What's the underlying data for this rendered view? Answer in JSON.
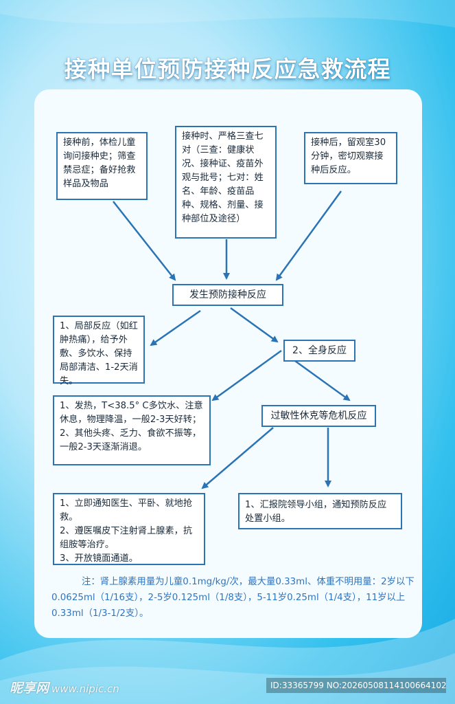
{
  "title": "接种单位预防接种反应急救流程",
  "boxes": {
    "before": "接种前，体检儿童询问接种史；筛查禁忌症；备好抢救样品及物品",
    "during": "接种时、严格三查七对（三查：健康状况、接种证、疫苗外观与批号；七对：姓名、年龄、疫苗品种、规格、剂量、接种部位及途径）",
    "after": "接种后，留观室30分钟，密切观察接种后反应。",
    "reaction": "发生预防接种反应",
    "local": "1、局部反应（如红肿热痛），给予外敷、多饮水、保持局部清洁、1-2天消失。",
    "systemic": "2、全身反应",
    "fever": "1、发热，T<38.5° C多饮水、注意休息，物理降温，一般2-3天好转；\n2、其他头疼、乏力、食欲不振等，一般2-3天逐渐消退。",
    "shock": "过敏性休克等危机反应",
    "rescue": "1、立即通知医生、平卧、就地抢救。\n2、遵医嘱皮下注射肾上腺素，抗组胺等治疗。\n3、开放镜面通道。",
    "report": "1、汇报院领导小组，通知预防反应处置小组。"
  },
  "note": "注：肾上腺素用量为儿童0.1mg/kg/次，最大量0.33ml、体重不明用量：2岁以下0.0625ml（1/16支），2-5岁0.125ml（1/8支），5-11岁0.25ml（1/4支），11岁以上0.33ml（1/3-1/2支）。",
  "watermark": {
    "brand": "昵享网",
    "site": "www.nipic.cn",
    "id_text": "ID:33365799 NO:20260508114100664102"
  },
  "colors": {
    "box_border": "#2a73b5",
    "arrow": "#2a73b5",
    "note_text": "#2e74c0",
    "background": "#16a9e3"
  }
}
